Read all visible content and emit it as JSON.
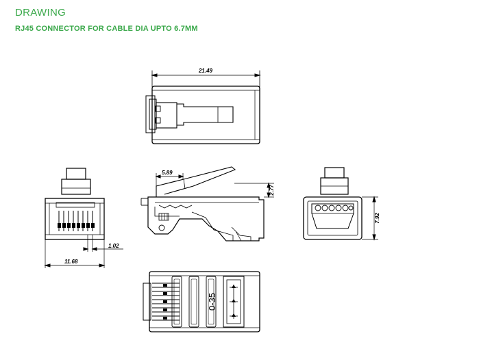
{
  "header": {
    "title": "DRAWING",
    "subtitle": "RJ45 CONNECTOR FOR CABLE DIA UPTO 6.7MM"
  },
  "dimensions": {
    "top_length": "21.49",
    "side_latch_offset": "5.89",
    "side_latch_height": "2.77",
    "end_height": "7.92",
    "front_width": "11.68",
    "front_contact_pitch": "1.02"
  },
  "bottom_view": {
    "part_marking": "0-35"
  },
  "colors": {
    "accent": "#3aa84a",
    "line": "#000000"
  }
}
